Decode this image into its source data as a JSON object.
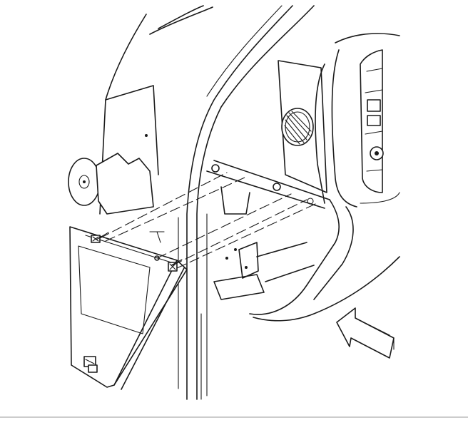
{
  "figure": {
    "elements": [
      "door-frame-pillar",
      "instrument-panel-carrier",
      "hvac-outlet-vent",
      "radio-control-cluster",
      "knee-bolster-panel",
      "retainer-clips",
      "alignment-guide-lines",
      "direction-arrow"
    ],
    "arrow_direction": "up-left",
    "colors": {
      "line": "#1a1a1a",
      "background": "#ffffff",
      "rule": "#9a9a9a"
    }
  }
}
